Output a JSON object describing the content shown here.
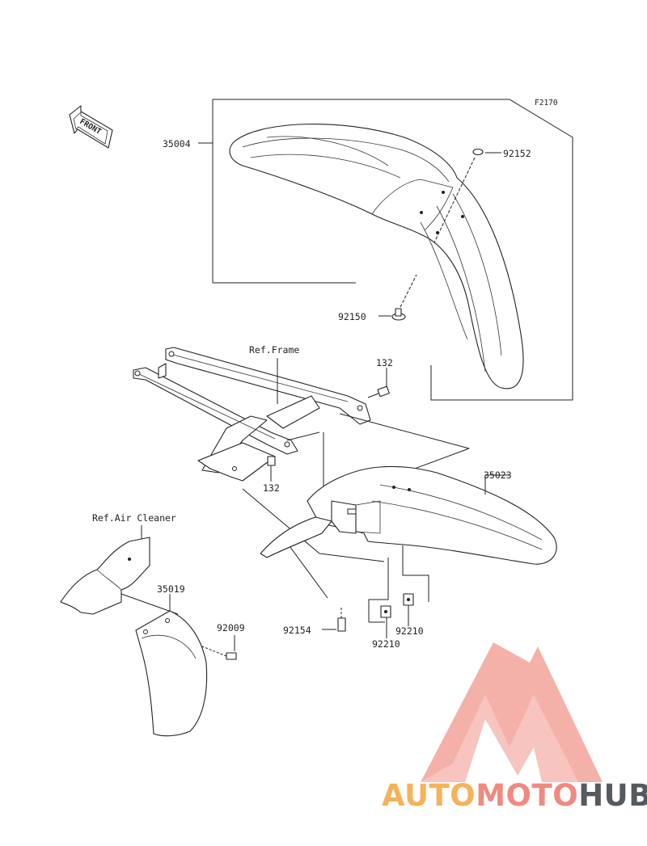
{
  "diagram": {
    "figure_code": "F2170",
    "front_arrow": "FRONT",
    "ref_frame": "Ref.Frame",
    "ref_air_cleaner": "Ref.Air Cleaner",
    "parts": {
      "p35004": "35004",
      "p92152": "92152",
      "p92150": "92150",
      "p132_top": "132",
      "p132_bottom": "132",
      "p35023": "35023",
      "p35019": "35019",
      "p92009": "92009",
      "p92154": "92154",
      "p92210_left": "92210",
      "p92210_right": "92210"
    }
  },
  "watermark": {
    "part1": "AUTO",
    "part2": "MOTO",
    "part3": "HUB",
    "colors": {
      "logo": "#f08a80",
      "auto": "#f5b25a",
      "moto": "#f08a80",
      "hub": "#555a5f"
    }
  }
}
